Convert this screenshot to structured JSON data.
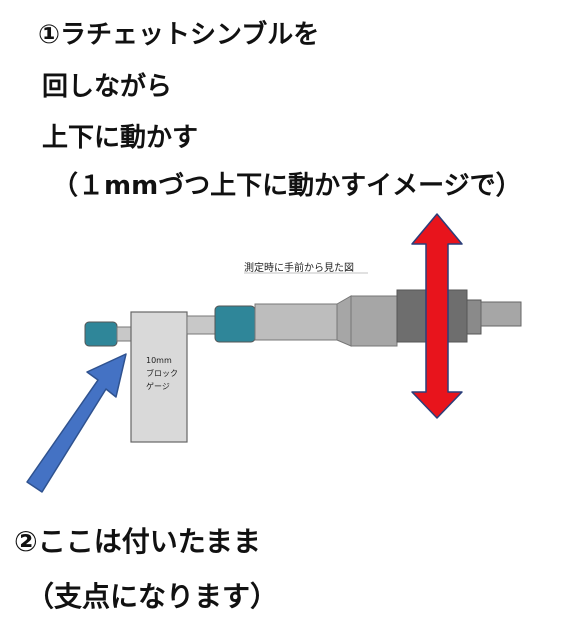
{
  "instructions": {
    "line1": "①ラチェットシンブルを",
    "line2": "回しながら",
    "line3": "上下に動かす",
    "line4": "（１mmづつ上下に動かすイメージで）"
  },
  "pivot_note": {
    "line1": "②ここは付いたまま",
    "line2": "（支点になります）"
  },
  "diagram": {
    "caption": "測定時に手前から見た図",
    "gauge_label_line1": "10mm",
    "gauge_label_line2": "ブロック",
    "gauge_label_line3": "ゲージ",
    "colors": {
      "arrow_red": "#e8141c",
      "arrow_red_edge": "#2a3e7a",
      "arrow_blue": "#4472c4",
      "teal": "#2f8699",
      "gray_dark": "#6e6e6e",
      "gray_mid": "#a6a6a6",
      "gray_light": "#d0d0d0"
    }
  }
}
